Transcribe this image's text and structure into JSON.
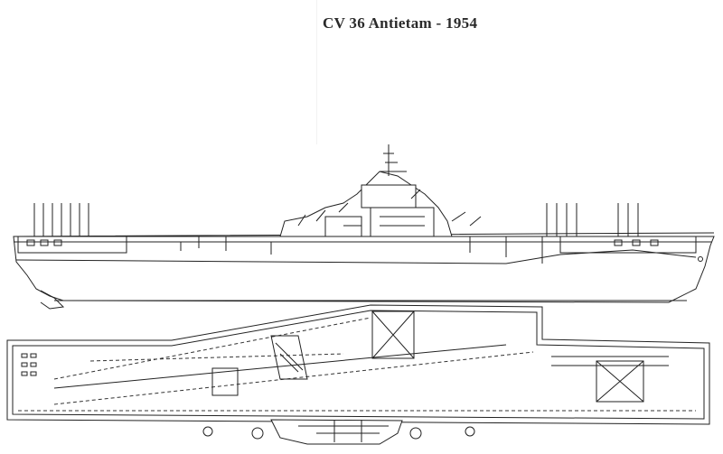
{
  "title": "CV 36 Antietam - 1954",
  "colors": {
    "ink": "#222222",
    "background": "#ffffff"
  },
  "views": [
    "side-profile",
    "flight-deck-plan"
  ]
}
